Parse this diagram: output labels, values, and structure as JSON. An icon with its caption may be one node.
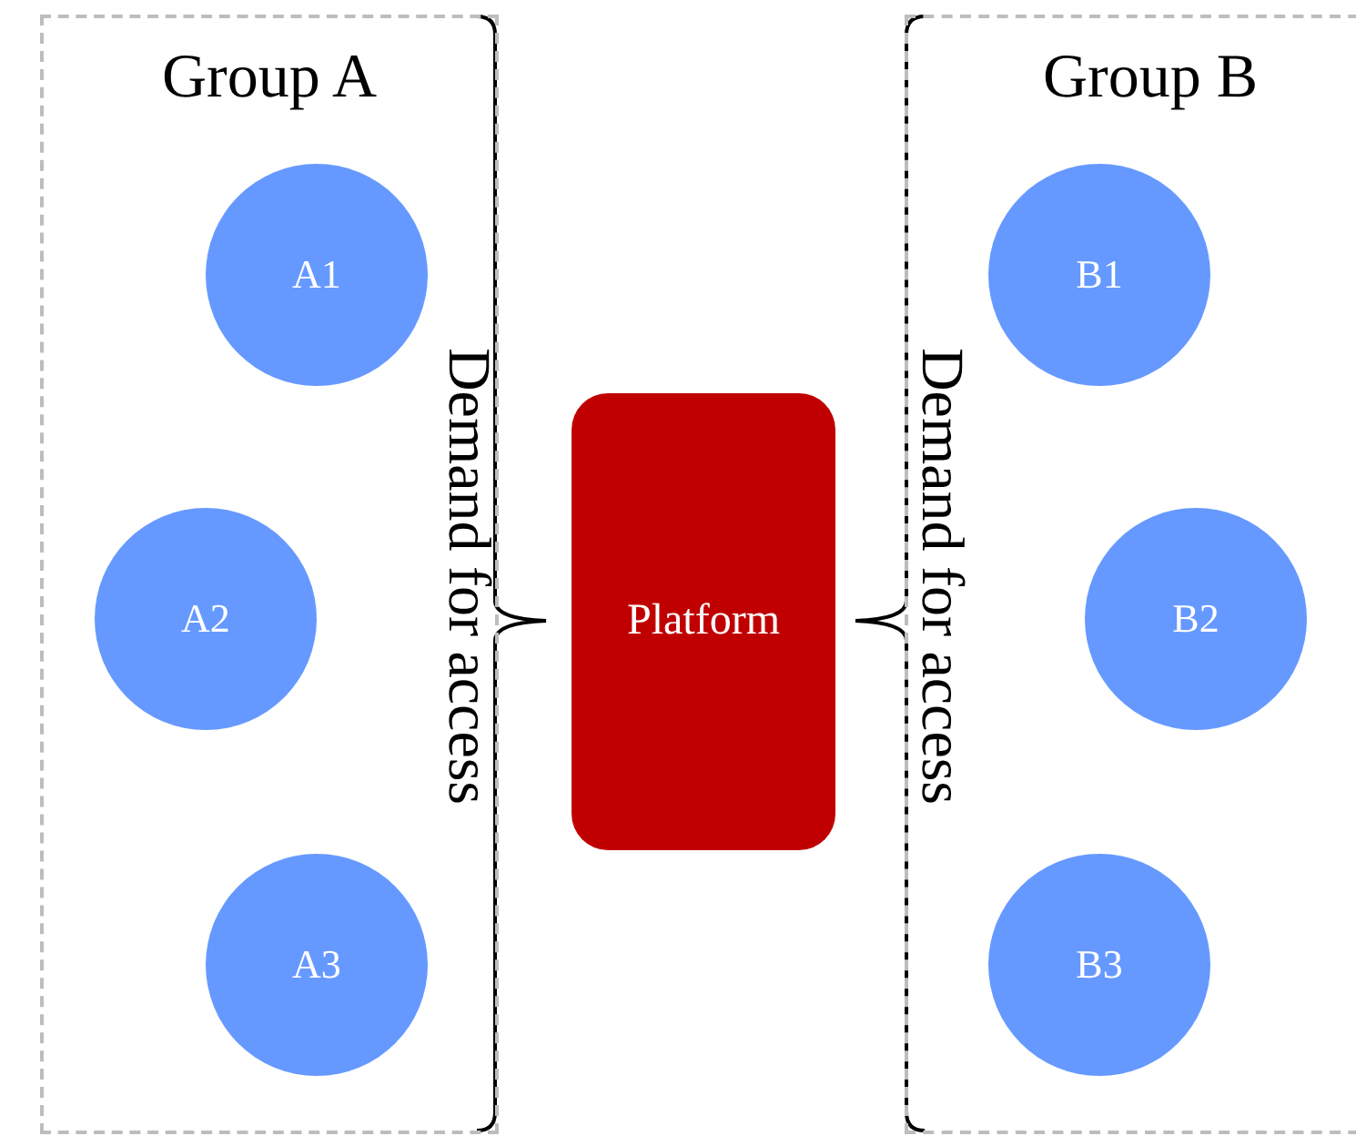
{
  "diagram": {
    "nodes": [
      {
        "text": [
          "Group A"
        ]
      },
      {
        "text": [
          "A1"
        ],
        "in": 0
      },
      {
        "text": [
          "A2"
        ],
        "in": 0
      },
      {
        "text": [
          "A3"
        ],
        "in": 0
      },
      {
        "text": [
          "Platform"
        ]
      },
      {
        "text": [
          "Group B"
        ]
      },
      {
        "text": [
          "B1"
        ],
        "in": 5
      },
      {
        "text": [
          "B2"
        ],
        "in": 5
      },
      {
        "text": [
          "B3"
        ],
        "in": 5
      }
    ],
    "labels": [
      "Demand for access",
      "Demand for access"
    ]
  }
}
